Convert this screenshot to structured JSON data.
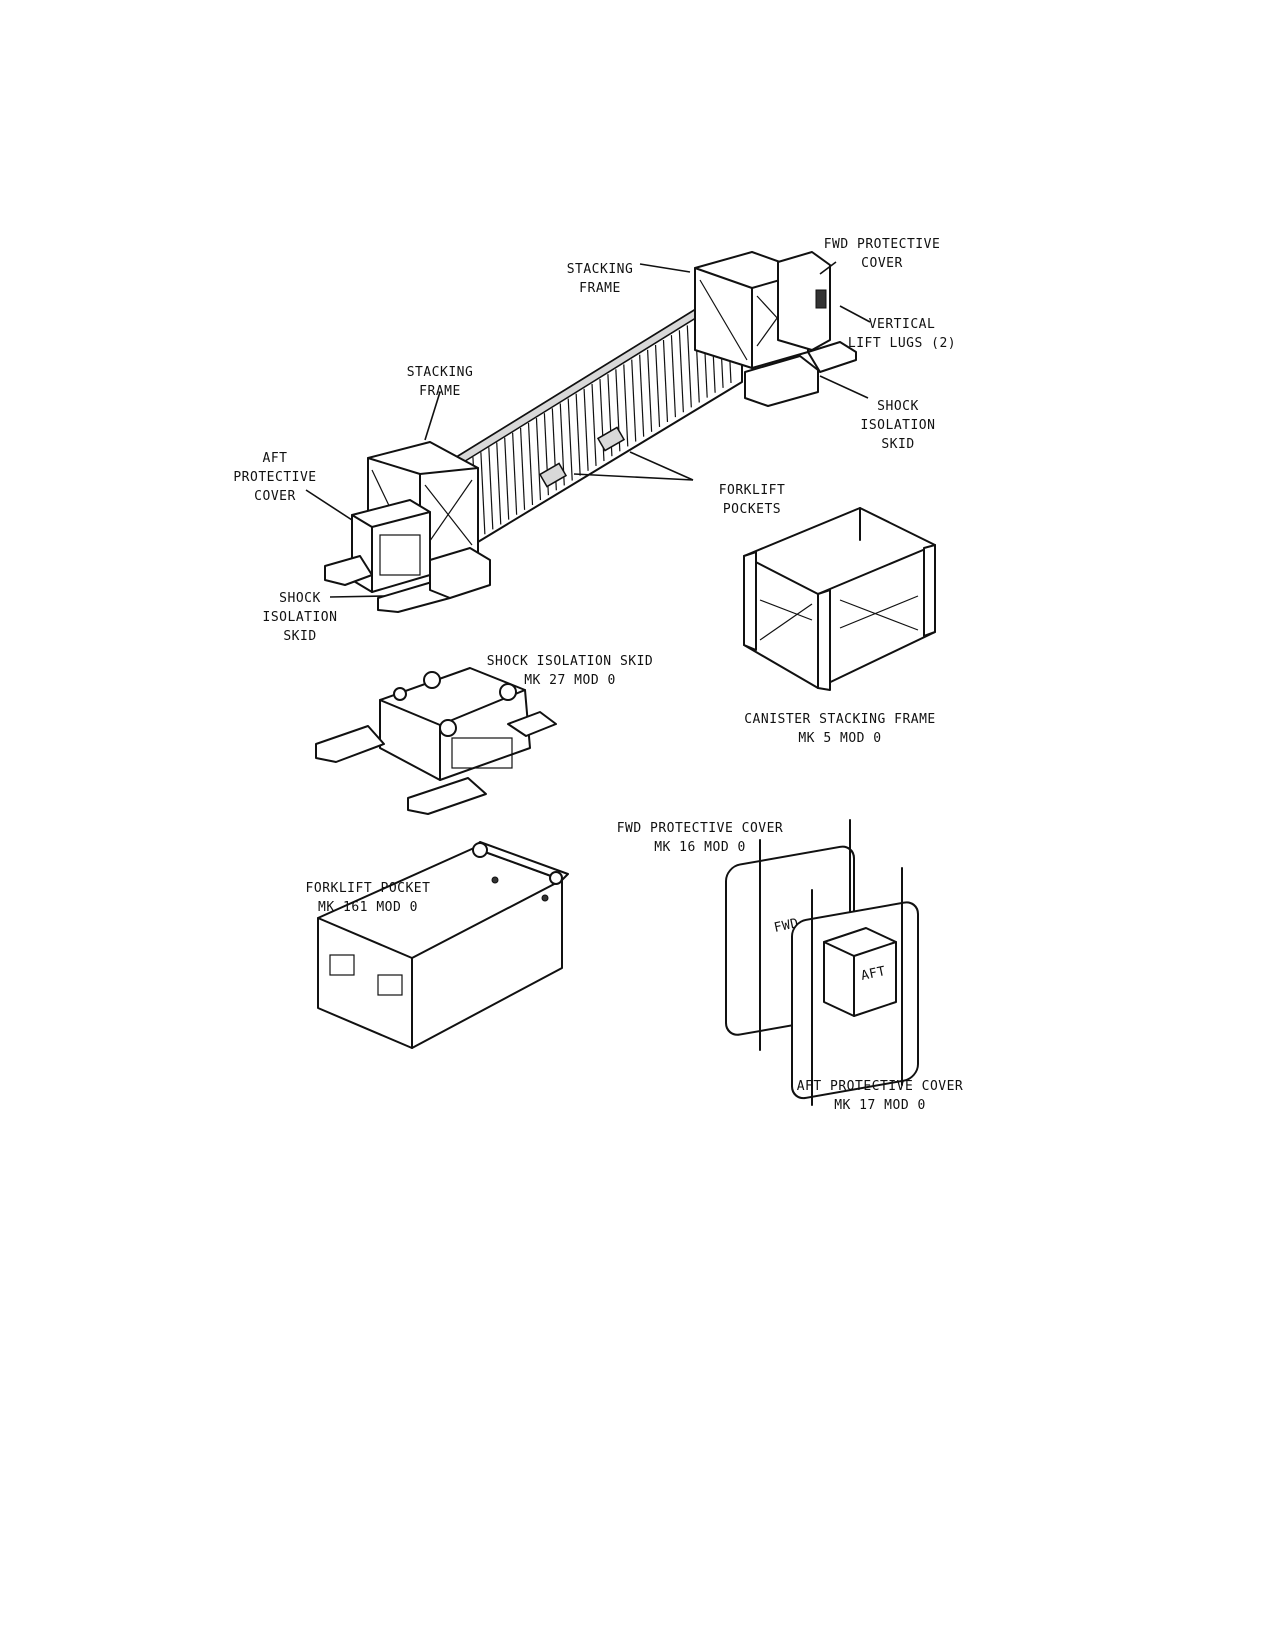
{
  "callouts": {
    "fwd_protective_cover": [
      "FWD PROTECTIVE",
      "COVER"
    ],
    "stacking_frame_top": [
      "STACKING",
      "FRAME"
    ],
    "vertical_lift_lugs": [
      "VERTICAL",
      "LIFT LUGS (2)"
    ],
    "stacking_frame_left": [
      "STACKING",
      "FRAME"
    ],
    "shock_isolation_skid_right": [
      "SHOCK",
      "ISOLATION",
      "SKID"
    ],
    "aft_protective_cover": [
      "AFT",
      "PROTECTIVE",
      "COVER"
    ],
    "forklift_pockets": [
      "FORKLIFT",
      "POCKETS"
    ],
    "shock_isolation_skid_left": [
      "SHOCK",
      "ISOLATION",
      "SKID"
    ]
  },
  "components": {
    "shock_isolation_skid": [
      "SHOCK ISOLATION SKID",
      "MK 27 MOD 0"
    ],
    "canister_stacking_frame": [
      "CANISTER STACKING FRAME",
      "MK 5 MOD 0"
    ],
    "fwd_protective_cover": [
      "FWD PROTECTIVE COVER",
      "MK 16 MOD 0"
    ],
    "forklift_pocket": [
      "FORKLIFT POCKET",
      "MK 161 MOD 0"
    ],
    "aft_protective_cover": [
      "AFT PROTECTIVE COVER",
      "MK 17 MOD 0"
    ]
  },
  "part_markings": {
    "aft_cover_mark": "AFT",
    "fwd_cover_mark": "FWD"
  }
}
